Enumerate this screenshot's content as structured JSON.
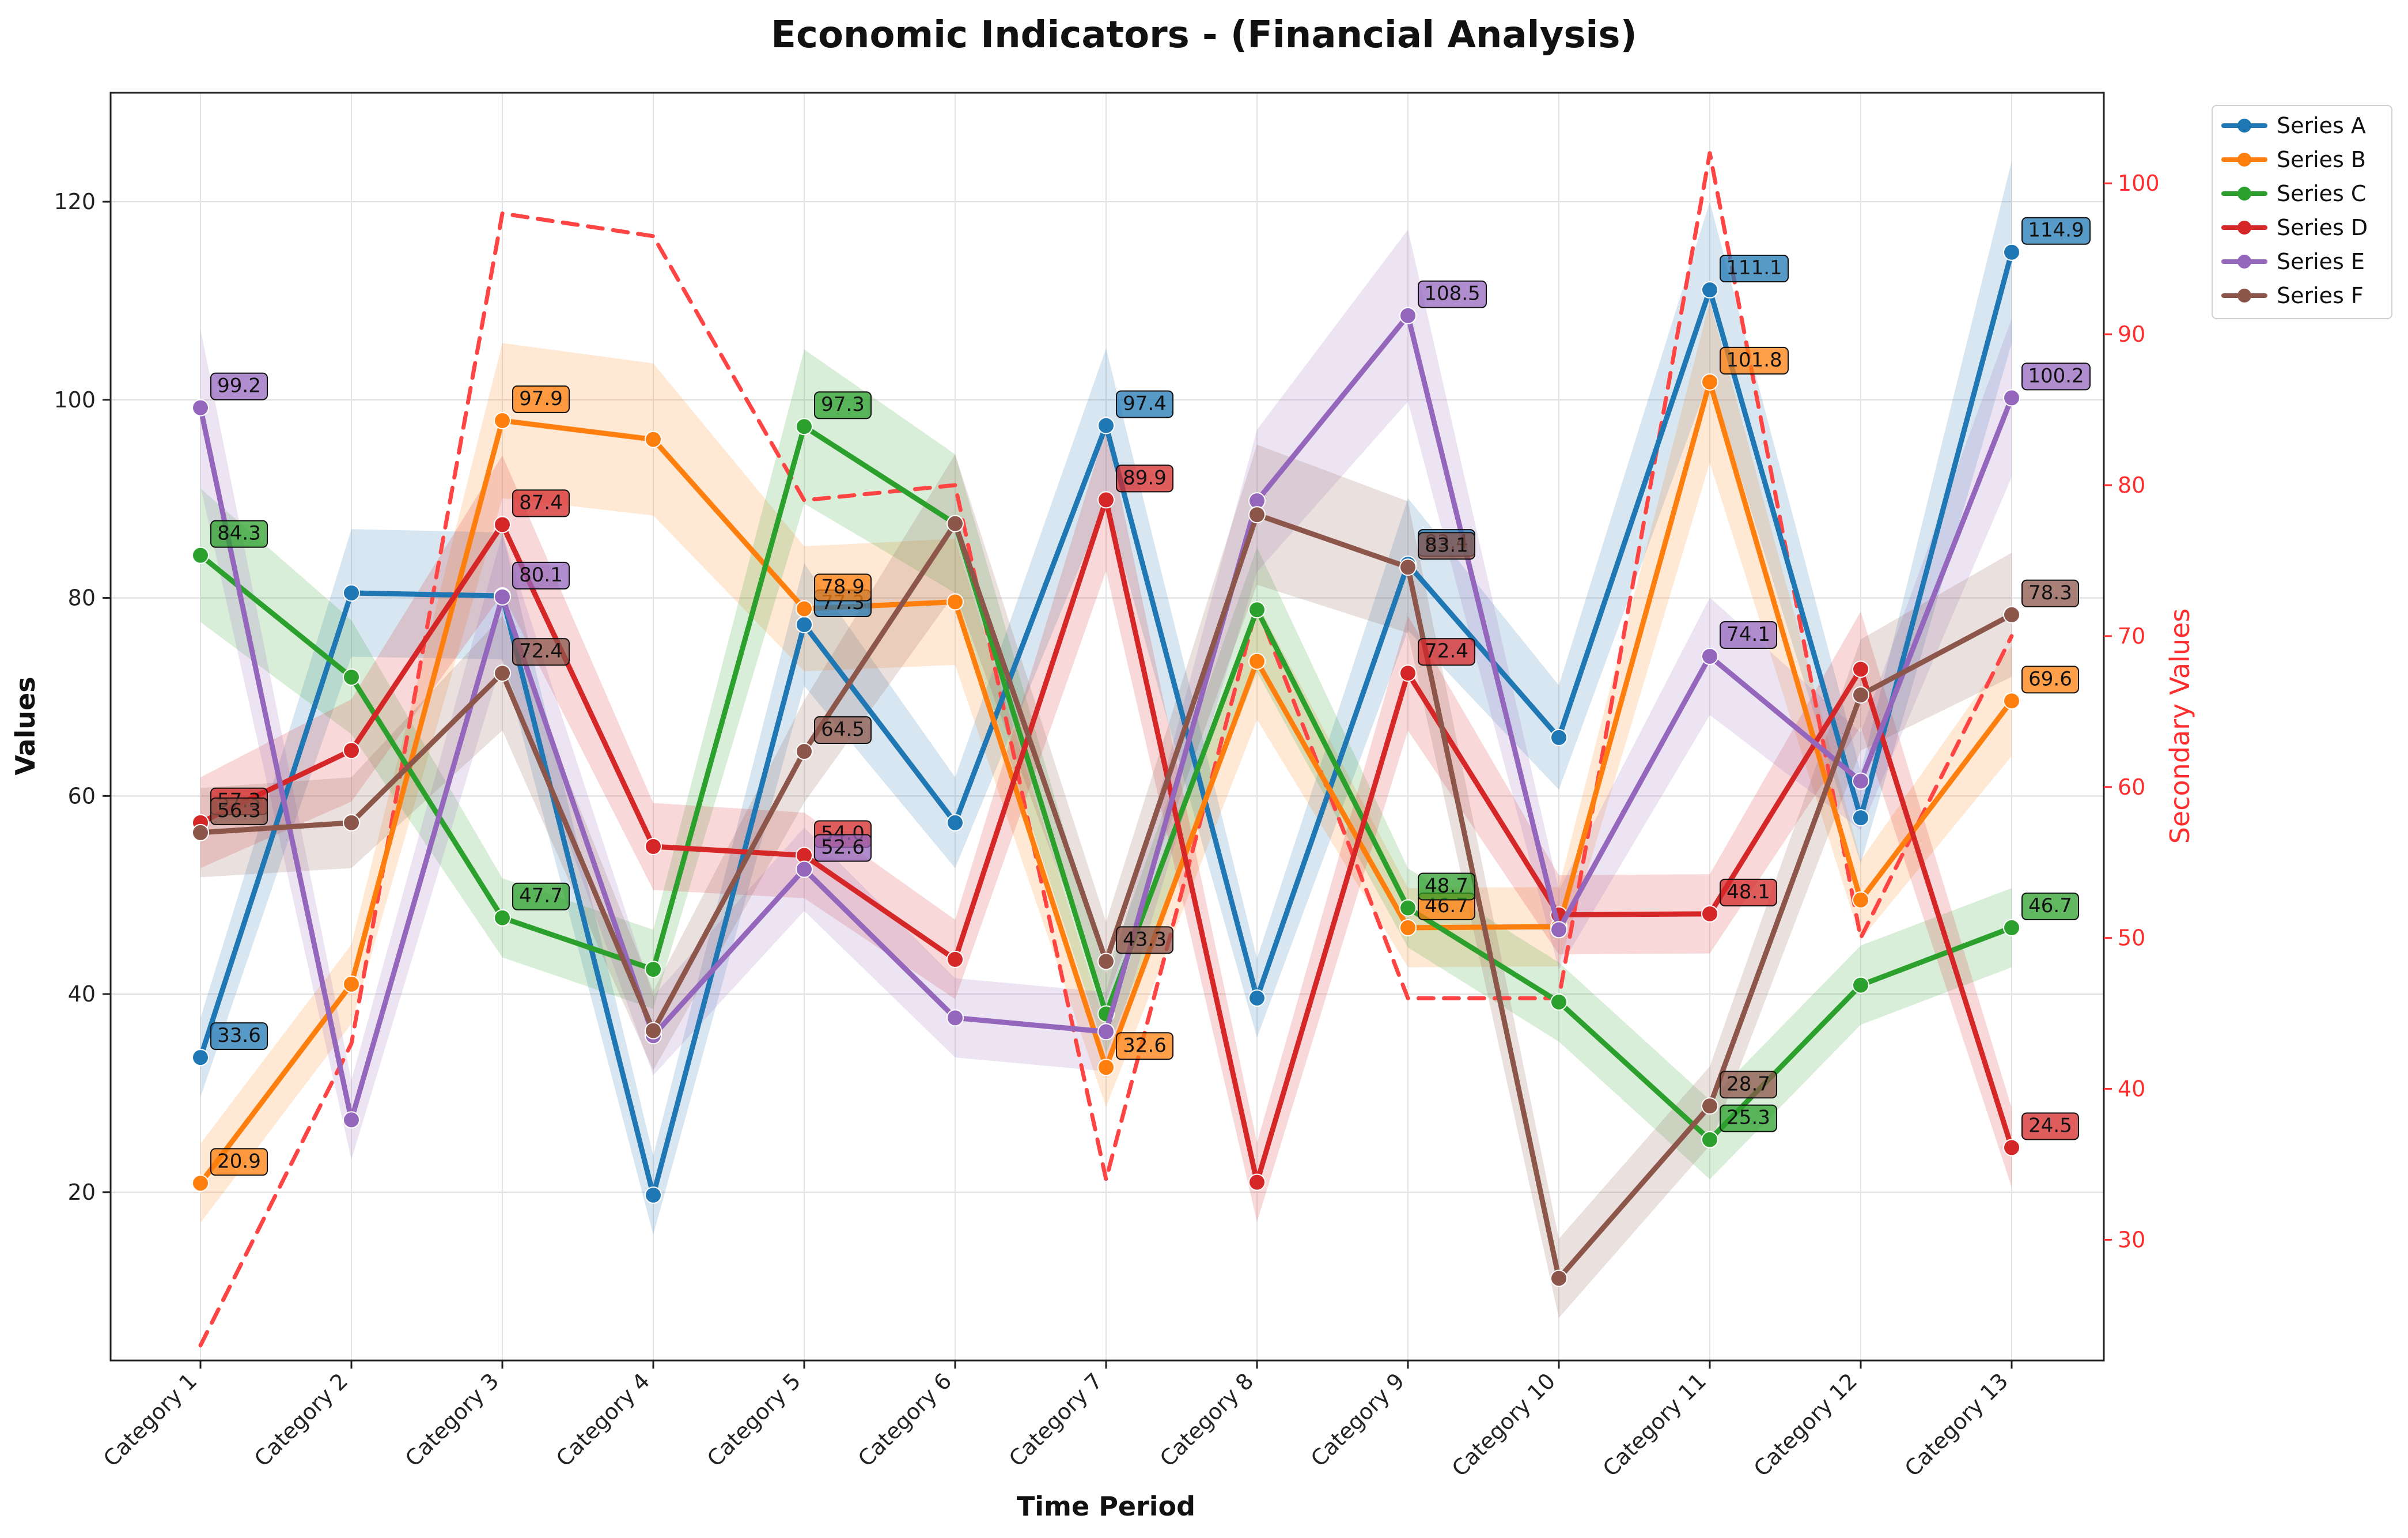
{
  "chart_data": {
    "type": "line",
    "title": "Economic Indicators - (Financial Analysis)",
    "xlabel": "Time Period",
    "ylabel": "Values",
    "ylabel_secondary": "Secondary Values",
    "categories": [
      "Category 1",
      "Category 2",
      "Category 3",
      "Category 4",
      "Category 5",
      "Category 6",
      "Category 7",
      "Category 8",
      "Category 9",
      "Category 10",
      "Category 11",
      "Category 12",
      "Category 13"
    ],
    "primary_ylim": [
      3,
      131
    ],
    "secondary_ylim": [
      22,
      106
    ],
    "primary_ticks": [
      20,
      40,
      60,
      80,
      100,
      120
    ],
    "secondary_ticks": [
      30,
      40,
      50,
      60,
      70,
      80,
      90,
      100
    ],
    "grid": true,
    "legend_position": "top-right",
    "series": [
      {
        "name": "Series A",
        "color": "#1f77b4",
        "values": [
          33.6,
          80.5,
          80.2,
          19.7,
          77.3,
          57.3,
          97.4,
          39.6,
          83.4,
          65.9,
          111.1,
          57.8,
          114.9
        ],
        "labels": [
          "33.6",
          "",
          "",
          "",
          "77.3",
          "",
          "97.4",
          "",
          "83.4",
          "",
          "111.1",
          "",
          "114.9"
        ]
      },
      {
        "name": "Series B",
        "color": "#ff7f0e",
        "values": [
          20.9,
          41.0,
          97.9,
          96.0,
          78.9,
          79.6,
          32.6,
          73.6,
          46.7,
          46.8,
          101.8,
          49.5,
          69.6
        ],
        "labels": [
          "20.9",
          "",
          "97.9",
          "",
          "78.9",
          "",
          "32.6",
          "",
          "46.7",
          "",
          "101.8",
          "",
          "69.6"
        ]
      },
      {
        "name": "Series C",
        "color": "#2ca02c",
        "values": [
          84.3,
          72.0,
          47.7,
          42.5,
          97.3,
          87.5,
          38.0,
          78.8,
          48.7,
          39.2,
          25.3,
          40.9,
          46.7
        ],
        "labels": [
          "84.3",
          "",
          "47.7",
          "",
          "97.3",
          "",
          "",
          "",
          "48.7",
          "",
          "25.3",
          "",
          "46.7"
        ]
      },
      {
        "name": "Series D",
        "color": "#d62728",
        "values": [
          57.3,
          64.6,
          87.4,
          54.9,
          54.0,
          43.5,
          89.9,
          21.0,
          72.4,
          48.0,
          48.1,
          72.8,
          24.5
        ],
        "labels": [
          "57.3",
          "",
          "87.4",
          "",
          "54.0",
          "",
          "89.9",
          "",
          "72.4",
          "",
          "48.1",
          "",
          "24.5"
        ]
      },
      {
        "name": "Series E",
        "color": "#9467bd",
        "values": [
          99.2,
          27.3,
          80.1,
          35.8,
          52.6,
          37.6,
          36.2,
          89.8,
          108.5,
          46.5,
          74.1,
          61.5,
          100.2
        ],
        "labels": [
          "99.2",
          "",
          "80.1",
          "",
          "52.6",
          "",
          "",
          "",
          "108.5",
          "",
          "74.1",
          "",
          "100.2"
        ]
      },
      {
        "name": "Series F",
        "color": "#8c564b",
        "values": [
          56.3,
          57.3,
          72.4,
          36.3,
          64.5,
          87.5,
          43.3,
          88.4,
          83.1,
          11.3,
          28.7,
          70.2,
          78.3
        ],
        "labels": [
          "56.3",
          "",
          "72.4",
          "",
          "64.5",
          "",
          "43.3",
          "",
          "83.1",
          "",
          "28.7",
          "",
          "78.3"
        ]
      }
    ],
    "secondary_series": {
      "style": "dashed",
      "color": "#ff4444",
      "values": [
        23,
        43,
        98,
        96.5,
        79,
        80,
        34,
        72,
        46,
        46,
        102,
        50,
        70
      ]
    }
  }
}
